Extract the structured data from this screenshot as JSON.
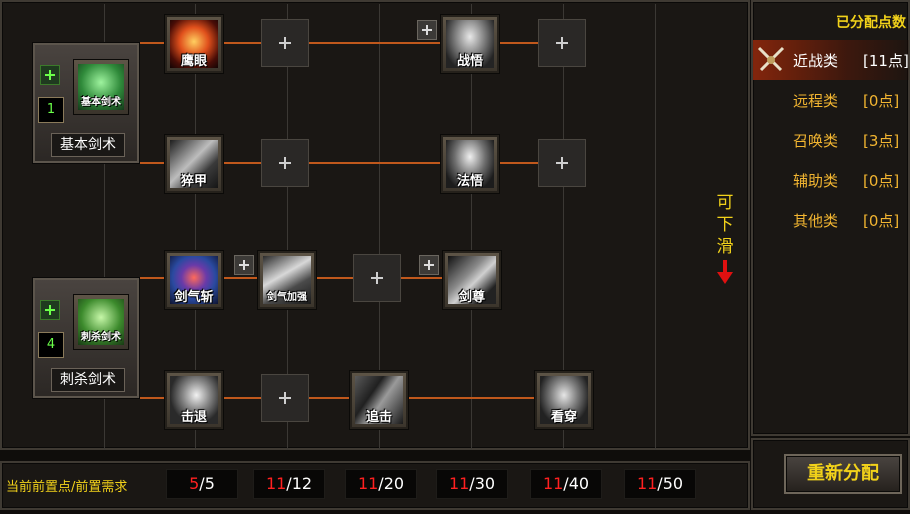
{
  "header": {
    "allocated_label": "已分配点数"
  },
  "categories": [
    {
      "name": "近战类",
      "value": "[11点]",
      "selected": true
    },
    {
      "name": "远程类",
      "value": "[0点]"
    },
    {
      "name": "召唤类",
      "value": "[3点]"
    },
    {
      "name": "辅助类",
      "value": "[0点]"
    },
    {
      "name": "其他类",
      "value": "[0点]"
    }
  ],
  "base_skills": [
    {
      "icon_label": "基本剑术",
      "name": "基本剑术",
      "count": "1"
    },
    {
      "icon_label": "刺杀剑术",
      "name": "刺杀剑术",
      "count": "4"
    }
  ],
  "skills": {
    "eagle_eye": "鹰眼",
    "battle_insight": "战悟",
    "shatter_armor": "猝甲",
    "magic_insight": "法悟",
    "sword_qi_slash": "剑气斩",
    "sword_qi_boost": "剑气加强",
    "sword_venerable": "剑尊",
    "knockback": "击退",
    "pursuit": "追击",
    "pierce": "看穿"
  },
  "scroll_hint": {
    "chars": [
      "可",
      "下",
      "滑"
    ]
  },
  "prereq": {
    "label": "当前前置点/前置需求",
    "items": [
      {
        "current": "5",
        "required": "/5"
      },
      {
        "current": "11",
        "required": "/12"
      },
      {
        "current": "11",
        "required": "/20"
      },
      {
        "current": "11",
        "required": "/30"
      },
      {
        "current": "11",
        "required": "/40"
      },
      {
        "current": "11",
        "required": "/50"
      }
    ]
  },
  "reset_button": {
    "label": "重新分配"
  },
  "colors": {
    "accent": "#f2b531",
    "connector": "#c0581c",
    "red": "#ff2020",
    "green": "#6bff4a"
  }
}
